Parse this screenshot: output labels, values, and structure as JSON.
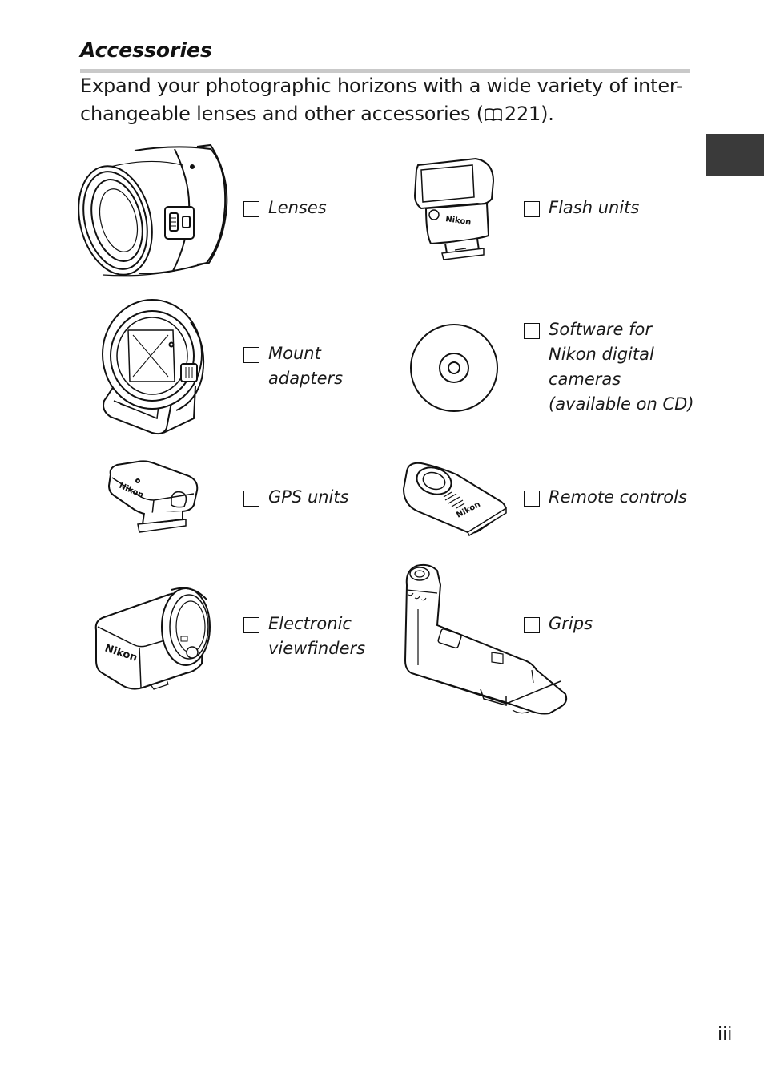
{
  "section": {
    "title": "Accessories",
    "intro_line1": "Expand your photographic horizons with a wide variety of inter-",
    "intro_line2_before": "changeable lenses and other accessories (",
    "intro_page_ref": "221",
    "intro_line2_after": ")."
  },
  "accessories": {
    "lenses": {
      "lines": [
        "Lenses"
      ],
      "icon": "lens-icon"
    },
    "flash_units": {
      "lines": [
        "Flash units"
      ],
      "icon": "flash-unit-icon"
    },
    "mount_adapters": {
      "lines": [
        "Mount",
        "adapters"
      ],
      "icon": "mount-adapter-icon"
    },
    "software": {
      "lines": [
        "Software for",
        "Nikon digital",
        "cameras",
        "(available on CD)"
      ],
      "icon": "cd-icon"
    },
    "gps_units": {
      "lines": [
        "GPS units"
      ],
      "icon": "gps-unit-icon"
    },
    "remote_controls": {
      "lines": [
        "Remote controls"
      ],
      "icon": "remote-control-icon"
    },
    "viewfinders": {
      "lines": [
        "Electronic",
        "viewfinders"
      ],
      "icon": "electronic-viewfinder-icon"
    },
    "grips": {
      "lines": [
        "Grips"
      ],
      "icon": "grip-icon"
    }
  },
  "brand_marks": {
    "flash": "Nikon",
    "gps": "Nikon",
    "remote": "Nikon",
    "viewfinder": "Nikon"
  },
  "page": {
    "number": "iii"
  },
  "colors": {
    "tab": "#3a3a3a",
    "rule": "#c9c9c9",
    "text": "#1a1a1a"
  }
}
